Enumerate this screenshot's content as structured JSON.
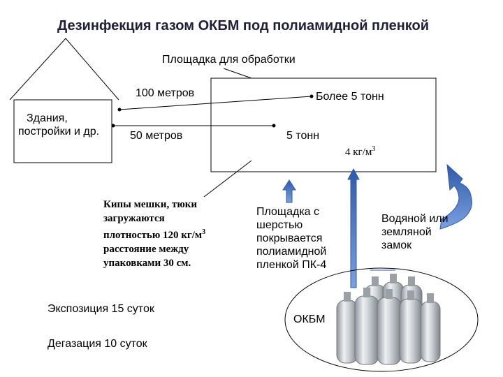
{
  "title": "Дезинфекция газом ОКБМ под полиамидной пленкой",
  "labels": {
    "area": "Площадка для обработки",
    "distance_100": "100 метров",
    "distance_50": "50 метров",
    "more_5t": "Более 5 тонн",
    "t5": "5 тонн",
    "density_a": "4 кг/м",
    "density_sup": "3",
    "buildings_line1": "Здания,",
    "buildings_line2": "постройки и др.",
    "bales_line1": "Кипы мешки, тюки",
    "bales_line2": "загружаются",
    "bales_line3a": "плотностью 120 кг/м",
    "bales_line3sup": "3",
    "bales_line4": "расстояние между",
    "bales_line5": "упаковками 30 см.",
    "pad_line1": "Площадка  с",
    "pad_line2": "шерстью",
    "pad_line3": "покрывается",
    "pad_line4": "полиамидной",
    "pad_line5": "пленкой ПК-4",
    "seal_line1": "Водяной или",
    "seal_line2": "земляной",
    "seal_line3": "замок",
    "exposure": "Экспозиция 15 суток",
    "degassing": "Дегазация 10 суток",
    "gas": "ОКБМ"
  },
  "colors": {
    "arrow_blue": "#4a78c8",
    "arrow_blue_dark": "#2f5aa8",
    "cylinder": "#c8ccd2"
  }
}
